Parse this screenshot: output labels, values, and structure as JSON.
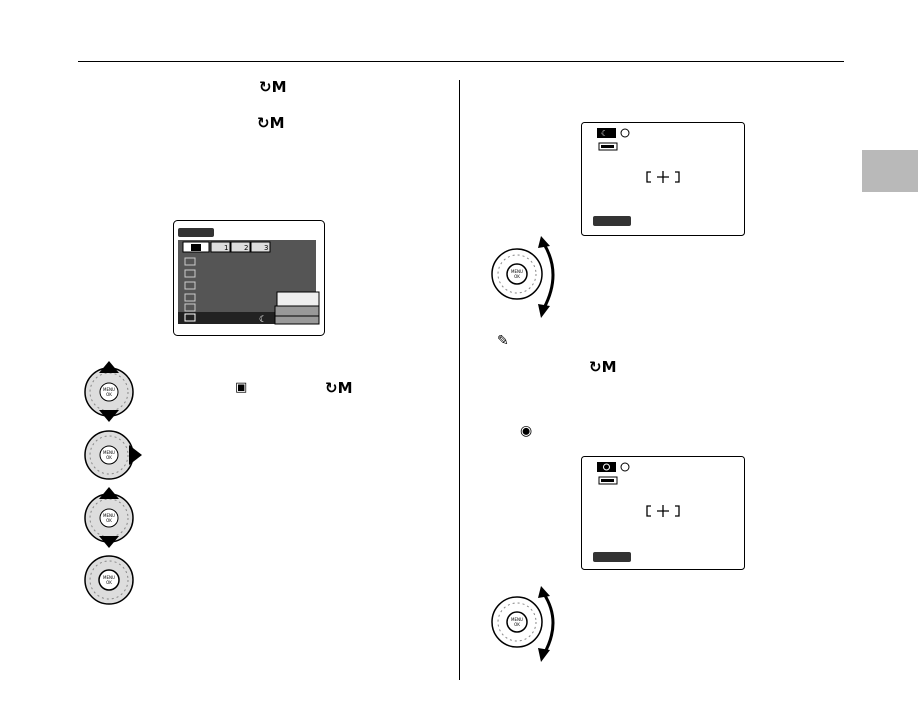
{
  "icons": {
    "mode_m_symbol": "↻M",
    "menu_icon_symbol": "▣",
    "hint_symbol": "✎",
    "dial_symbol": "◉"
  },
  "menu_screen": {
    "tab_numbers": [
      "1",
      "2",
      "3"
    ]
  },
  "dial_buttons": {
    "center_label_top": "MENU",
    "center_label_bottom": "OK"
  },
  "colors": {
    "side_tab": "#b9b9b9",
    "lcd_bar": "#333333"
  }
}
